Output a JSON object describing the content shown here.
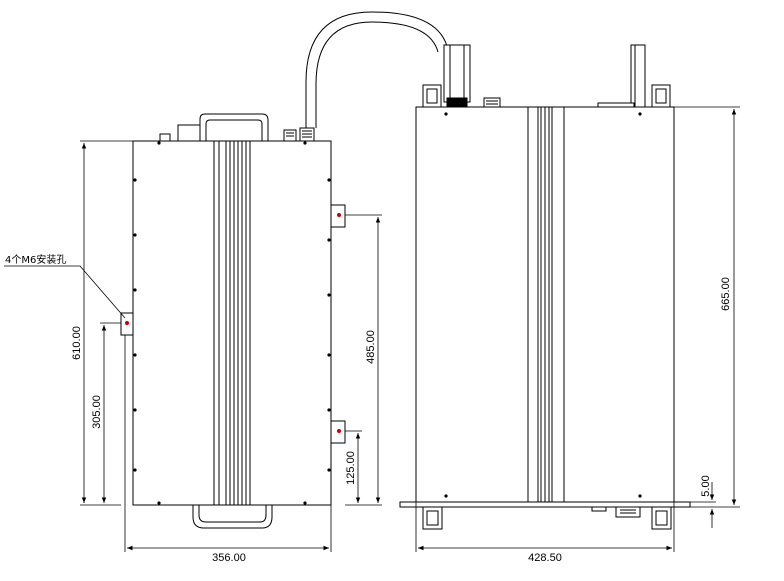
{
  "annotation": {
    "mounting_holes": "4个M6安装孔"
  },
  "dimensions": {
    "left_height": "610.00",
    "left_hole_height": "305.00",
    "left_width": "356.00",
    "bracket_spacing": "485.00",
    "bracket_bottom": "125.00",
    "right_height": "665.00",
    "right_width": "428.50",
    "base_plate": "5.00"
  },
  "colors": {
    "line": "#000000",
    "hole": "#cc0000",
    "fill": "#ffffff"
  }
}
